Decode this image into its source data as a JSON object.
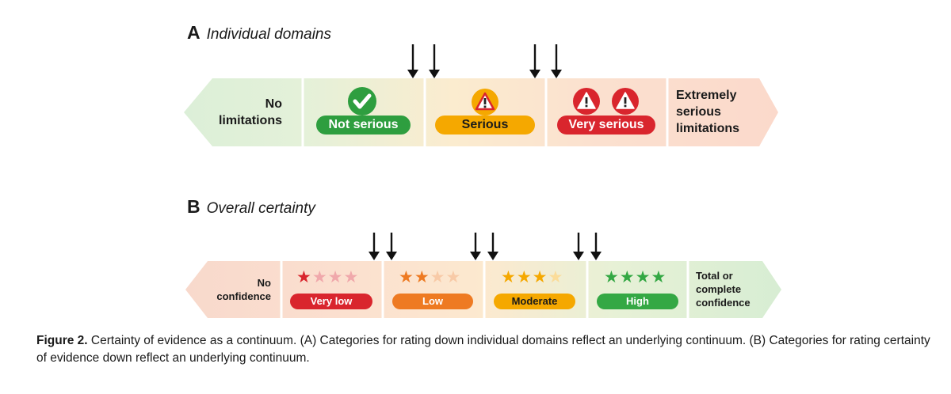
{
  "panel_a": {
    "letter": "A",
    "title": "Individual domains",
    "left_label": [
      "No",
      "limitations"
    ],
    "categories": [
      {
        "label": "Not serious",
        "icon": "check-circle-icon",
        "color": "#2e9e3f"
      },
      {
        "label": "Serious",
        "icon": "warning-triangle-icon",
        "color": "#f5a800"
      },
      {
        "label": "Very serious",
        "icon": "double-warning-triangle-icon",
        "color": "#d9252d"
      }
    ],
    "right_label": [
      "Extremely",
      "serious",
      "limitations"
    ]
  },
  "panel_b": {
    "letter": "B",
    "title": "Overall certainty",
    "left_label": [
      "No",
      "confidence"
    ],
    "categories": [
      {
        "label": "Very low",
        "filled_stars": 1,
        "total_stars": 4,
        "color": "#d9252d"
      },
      {
        "label": "Low",
        "filled_stars": 2,
        "total_stars": 4,
        "color": "#ee7a22"
      },
      {
        "label": "Moderate",
        "filled_stars": 3,
        "total_stars": 4,
        "color": "#f5a800"
      },
      {
        "label": "High",
        "filled_stars": 4,
        "total_stars": 4,
        "color": "#34a844"
      }
    ],
    "right_label": [
      "Total or",
      "complete",
      "confidence"
    ]
  },
  "caption": {
    "label": "Figure 2.",
    "text": "Certainty of evidence as a continuum. (A) Categories for rating down individual domains reflect an underlying continuum. (B) Categories for rating certainty of evidence down reflect an underlying continuum."
  }
}
